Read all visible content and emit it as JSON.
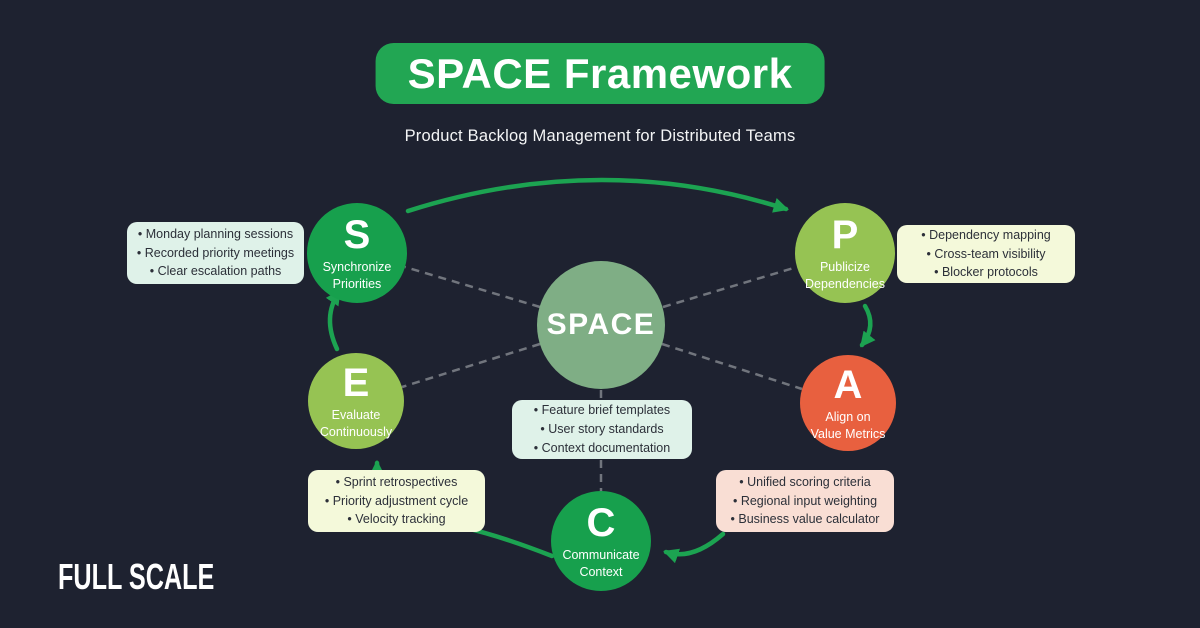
{
  "title": {
    "banner": "SPACE Framework",
    "subtitle": "Product Backlog Management for Distributed Teams"
  },
  "center": {
    "label": "SPACE"
  },
  "nodes": {
    "s": {
      "letter": "S",
      "label": "Synchronize\nPriorities"
    },
    "p": {
      "letter": "P",
      "label": "Publicize\nDependencies"
    },
    "a": {
      "letter": "A",
      "label": "Align on\nValue Metrics"
    },
    "c": {
      "letter": "C",
      "label": "Communicate\nContext"
    },
    "e": {
      "letter": "E",
      "label": "Evaluate\nContinuously"
    }
  },
  "callouts": {
    "s": {
      "items": [
        "• Monday planning sessions",
        "• Recorded priority meetings",
        "• Clear escalation paths"
      ]
    },
    "p": {
      "items": [
        "• Dependency mapping",
        "• Cross-team visibility",
        "• Blocker protocols"
      ]
    },
    "a": {
      "items": [
        "• Unified scoring criteria",
        "• Regional input weighting",
        "• Business value calculator"
      ]
    },
    "e": {
      "items": [
        "• Sprint retrospectives",
        "• Priority adjustment cycle",
        "• Velocity tracking"
      ]
    },
    "center": {
      "items": [
        "• Feature brief templates",
        "• User story standards",
        "• Context documentation"
      ]
    }
  },
  "logo": {
    "text": "FULL SCALE"
  },
  "colors": {
    "background": "#1e2230",
    "banner_green": "#22a653",
    "dark_green_node": "#17a04d",
    "light_green_node": "#96c353",
    "orange_node": "#e8603f",
    "sage_center": "#7fae85",
    "arrow_green": "#1ca351",
    "dashed_gray": "#71757d",
    "mint_box": "#dff2e9",
    "lemon_box": "#f4f9da",
    "pink_box": "#f9ded4"
  }
}
